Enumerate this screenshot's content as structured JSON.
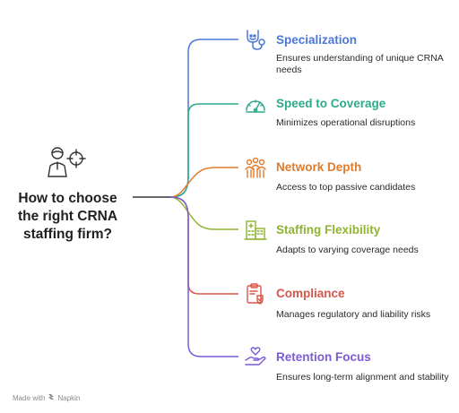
{
  "main": {
    "title": "How to choose the right CRNA staffing firm?",
    "icon": "person-with-target-icon"
  },
  "items": [
    {
      "title": "Specialization",
      "description": "Ensures understanding of unique CRNA needs",
      "color": "#4a78d9",
      "icon": "stethoscope-icon"
    },
    {
      "title": "Speed to Coverage",
      "description": "Minimizes operational disruptions",
      "color": "#2eaa8a",
      "icon": "speedometer-icon"
    },
    {
      "title": "Network Depth",
      "description": "Access to top passive candidates",
      "color": "#e07b2c",
      "icon": "people-network-icon"
    },
    {
      "title": "Staffing Flexibility",
      "description": "Adapts to varying coverage needs",
      "color": "#8fb431",
      "icon": "hospital-building-icon"
    },
    {
      "title": "Compliance",
      "description": "Manages regulatory and liability risks",
      "color": "#d9554a",
      "icon": "clipboard-check-icon"
    },
    {
      "title": "Retention Focus",
      "description": "Ensures long-term alignment and stability",
      "color": "#7a5bd6",
      "icon": "heart-hand-icon"
    }
  ],
  "footer": {
    "text": "Made with",
    "brand": "Napkin",
    "icon": "napkin-logo-icon"
  }
}
